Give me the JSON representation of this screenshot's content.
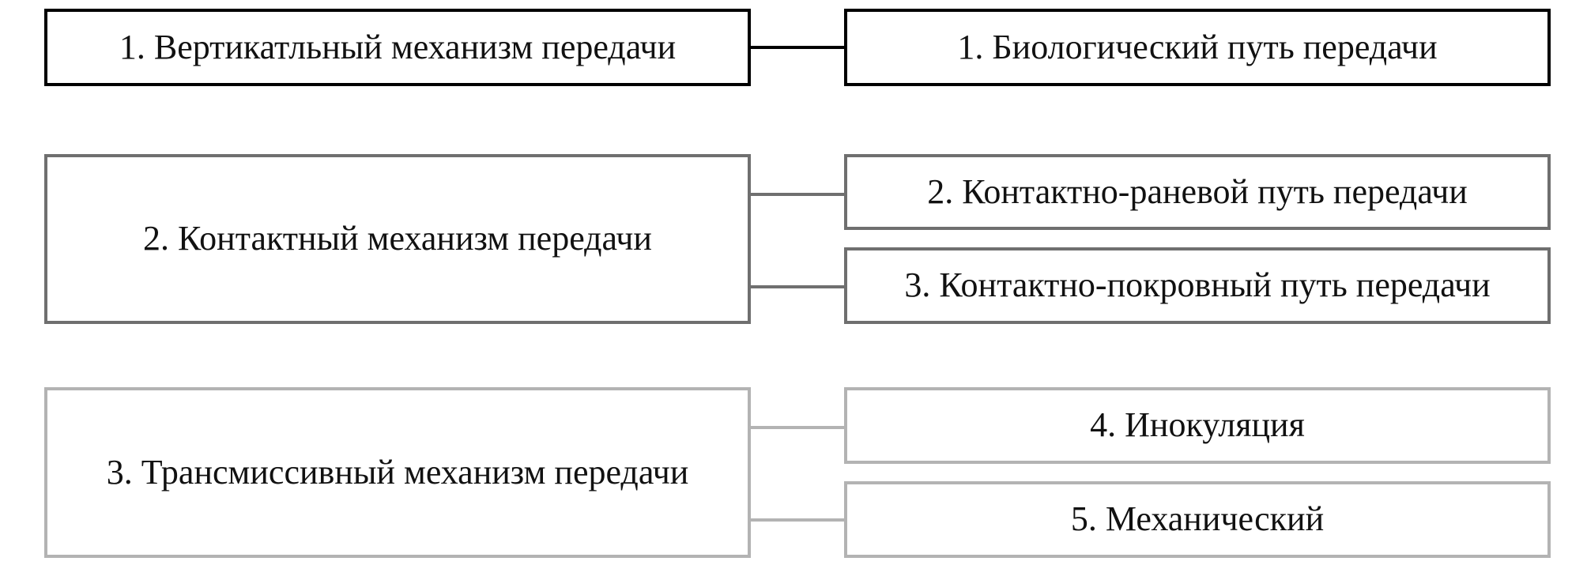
{
  "colors": {
    "group1": "#000000",
    "group2": "#6f6f6f",
    "group3": "#b3b3b3"
  },
  "groups": [
    {
      "mechanism": "1. Вертикатльный механизм передачи",
      "paths": [
        "1. Биологический путь передачи"
      ]
    },
    {
      "mechanism": "2. Контактный механизм передачи",
      "paths": [
        "2. Контактно-раневой путь передачи",
        "3. Контактно-покровный путь передачи"
      ]
    },
    {
      "mechanism": "3. Трансмиссивный механизм передачи",
      "paths": [
        "4. Инокуляция",
        "5. Механический"
      ]
    }
  ]
}
